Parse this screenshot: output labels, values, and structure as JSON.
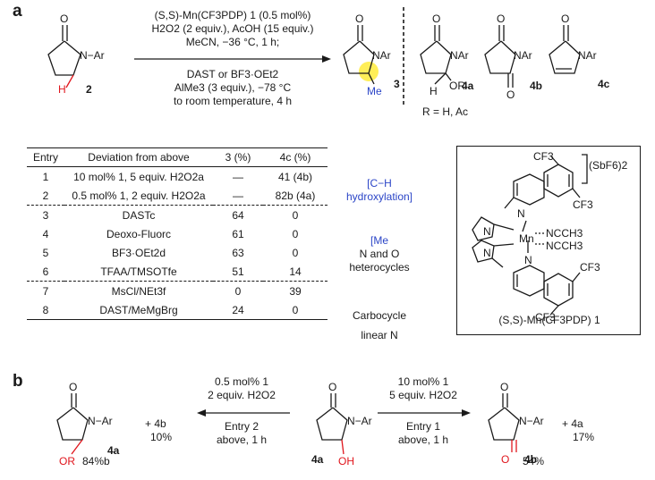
{
  "panel_a": {
    "label": "a",
    "arrow_top": [
      "(S,S)-Mn(CF3PDP) 1 (0.5 mol%)",
      "H2O2 (2 equiv.), AcOH (15 equiv.)",
      "MeCN, −36 °C, 1 h;"
    ],
    "arrow_bottom": [
      "DAST or BF3·OEt2",
      "AlMe3 (3 equiv.), −78 °C",
      "to room temperature, 4 h"
    ],
    "start": {
      "num": "2",
      "nar": "N−Ar",
      "h": "H",
      "o": "O"
    },
    "product": {
      "num": "3",
      "nar": "NAr",
      "me": "Me",
      "o": "O"
    },
    "side": [
      {
        "num": "4a",
        "nar": "NAr",
        "h": "H",
        "or": "OR",
        "o": "O"
      },
      {
        "num": "4b",
        "nar": "NAr",
        "o": "O",
        "o2": "O"
      },
      {
        "num": "4c",
        "nar": "NAr",
        "o": "O"
      }
    ],
    "r_note": "R = H, Ac"
  },
  "table": {
    "headers": [
      "Entry",
      "Deviation from above",
      "3 (%)",
      "4c (%)"
    ],
    "rows": [
      {
        "entry": "1",
        "dev": "10 mol% 1, 5 equiv. H2O2a",
        "y3": "—",
        "y4": "41 (4b)"
      },
      {
        "entry": "2",
        "dev": "0.5 mol% 1, 2 equiv. H2O2a",
        "y3": "—",
        "y4": "82b (4a)"
      },
      {
        "entry": "3",
        "dev": "DASTc",
        "y3": "64",
        "y4": "0"
      },
      {
        "entry": "4",
        "dev": "Deoxo-Fluorc",
        "y3": "61",
        "y4": "0"
      },
      {
        "entry": "5",
        "dev": "BF3·OEt2d",
        "y3": "63",
        "y4": "0"
      },
      {
        "entry": "6",
        "dev": "TFAA/TMSOTfe",
        "y3": "51",
        "y4": "14"
      },
      {
        "entry": "7",
        "dev": "MsCl/NEt3f",
        "y3": "0",
        "y4": "39"
      },
      {
        "entry": "8",
        "dev": "DAST/MeMgBrg",
        "y3": "24",
        "y4": "0"
      }
    ],
    "notes": {
      "ch_line1": "[C−H",
      "ch_line2": "hydroxylation]",
      "me_line1": "[Me",
      "me_line2": "N and O",
      "me_line3": "heterocycles",
      "carbocycle": "Carbocycle",
      "linear": "linear N"
    }
  },
  "catalyst": {
    "cf3": "CF3",
    "sbf6": "(SbF6)2",
    "mn": "Mn",
    "ncch3": "NCCH3",
    "n": "N",
    "name": "(S,S)-Mn(CF3PDP) 1"
  },
  "panel_b": {
    "label": "b",
    "left_arrow": [
      "0.5 mol% 1",
      "2 equiv. H2O2",
      "Entry 2",
      "above, 1 h"
    ],
    "right_arrow": [
      "10 mol% 1",
      "5 equiv. H2O2",
      "Entry 1",
      "above, 1 h"
    ],
    "left": {
      "num": "4a",
      "yield": "84%b",
      "or": "OR",
      "nar": "N−Ar",
      "plus": "+ 4b",
      "plus_yield": "10%",
      "o": "O"
    },
    "center": {
      "num": "4a",
      "oh": "OH",
      "nar": "N−Ar",
      "o": "O"
    },
    "right": {
      "num": "4b",
      "yield": "54%",
      "nar": "N−Ar",
      "plus": "+ 4a",
      "plus_yield": "17%",
      "o": "O",
      "o2": "O"
    }
  }
}
